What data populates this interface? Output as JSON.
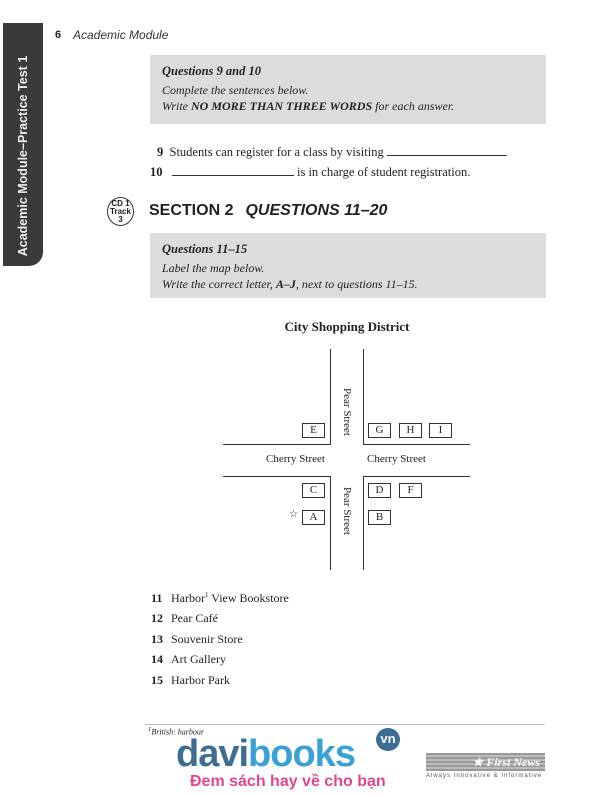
{
  "sidebar_tab": "Academic Module–Practice Test 1",
  "header": {
    "page_number": "6",
    "title": "Academic Module"
  },
  "box1": {
    "heading": "Questions 9 and 10",
    "line1": "Complete the sentences below.",
    "line2_pre": "Write ",
    "line2_bold": "NO MORE THAN THREE WORDS",
    "line2_post": " for each answer."
  },
  "questions": [
    {
      "num": "9",
      "text": "Students can register for a class by visiting"
    },
    {
      "num": "10",
      "text": "is in charge of student registration."
    }
  ],
  "cd_badge": {
    "line1": "CD 1",
    "line2": "Track",
    "line3": "3"
  },
  "section": {
    "label": "SECTION 2",
    "questions": "QUESTIONS 11–20"
  },
  "box2": {
    "heading": "Questions 11–15",
    "line1": "Label the map below.",
    "line2_pre": "Write the correct letter, ",
    "line2_bold": "A–J",
    "line2_post": ", next to questions 11–15."
  },
  "map": {
    "title": "City Shopping District",
    "street_horizontal": "Cherry Street",
    "street_vertical": "Pear Street",
    "letters": {
      "E": "E",
      "G": "G",
      "H": "H",
      "I": "I",
      "C": "C",
      "D": "D",
      "F": "F",
      "A": "A",
      "B": "B"
    },
    "star": "☆"
  },
  "items": [
    {
      "num": "11",
      "text": "Harbor",
      "sup": "1",
      "rest": " View Bookstore"
    },
    {
      "num": "12",
      "text": "Pear Café"
    },
    {
      "num": "13",
      "text": "Souvenir Store"
    },
    {
      "num": "14",
      "text": "Art Gallery"
    },
    {
      "num": "15",
      "text": "Harbor Park"
    }
  ],
  "footnote": {
    "sup": "1",
    "text": "British: harbour"
  },
  "watermark": {
    "brand_dark": "davi",
    "brand_light": "books",
    "vn": "vn",
    "slogan": "Đem sách hay về cho bạn",
    "partner": "First News",
    "tagline": "Always Innovative & Informative"
  }
}
